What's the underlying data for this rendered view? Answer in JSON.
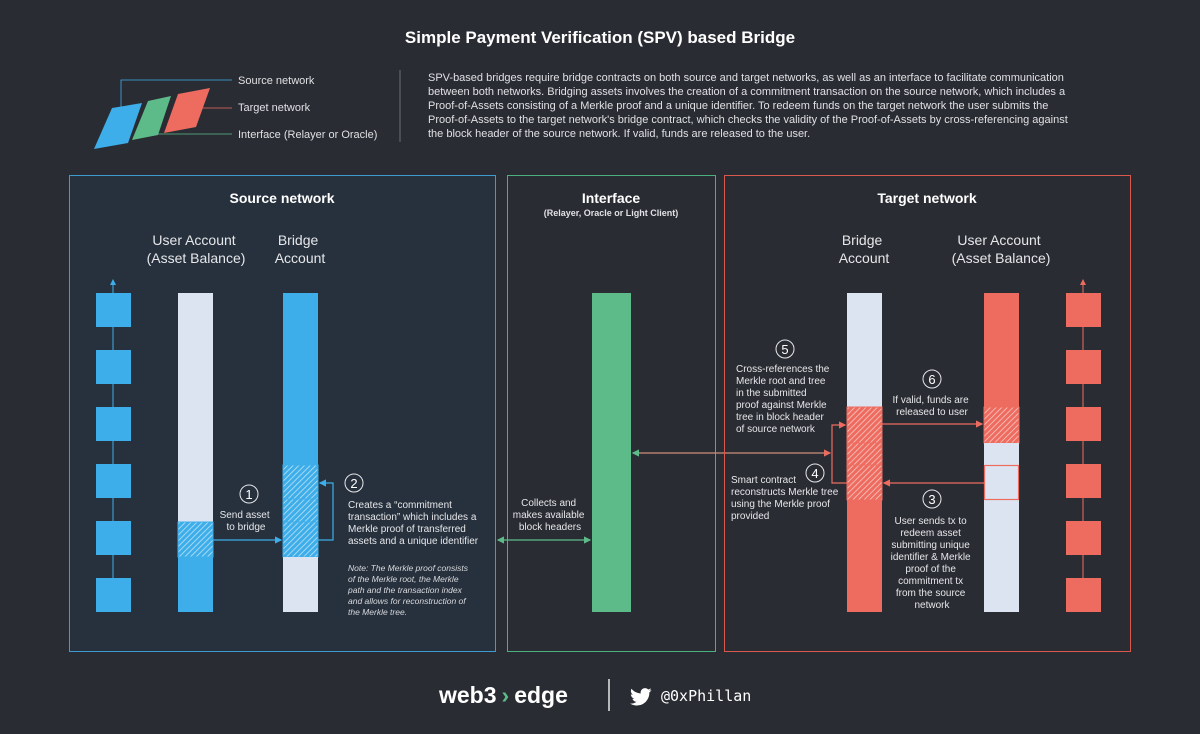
{
  "title": "Simple Payment Verification (SPV) based Bridge",
  "legend": {
    "source": "Source network",
    "target": "Target network",
    "interface": "Interface (Relayer or Oracle)"
  },
  "description": [
    "SPV-based bridges require bridge contracts on both source and target networks, as well as an interface to facilitate communication",
    "between both networks. Bridging assets involves the creation of a commitment transaction on the source network, which includes a",
    "Proof-of-Assets consisting of a Merkle proof and a unique identifier. To redeem funds on the target network the user submits the",
    "Proof-of-Assets to the target network's bridge contract, which checks the validity of the Proof-of-Assets by cross-referencing against",
    "the block header of the source network. If valid, funds are released to the user."
  ],
  "colors": {
    "source": "#3daee9",
    "target": "#ee6b60",
    "interface": "#5dbb8a",
    "light": "#dce4f2",
    "bg": "#2a2c33"
  },
  "source": {
    "title": "Source network",
    "user_header": [
      "User Account",
      "(Asset Balance)"
    ],
    "bridge_header": [
      "Bridge",
      "Account"
    ],
    "step1": {
      "num": "1",
      "lines": [
        "Send asset",
        "to bridge"
      ]
    },
    "step2": {
      "num": "2",
      "lines": [
        "Creates a “commitment",
        "transaction” which includes a",
        "Merkle proof of transferred",
        "assets and a unique identifier"
      ]
    },
    "note": [
      "Note: The Merkle proof consists",
      "of the Merkle root, the Merkle",
      "path and the transaction index",
      "and allows for reconstruction of",
      "the Merkle tree."
    ]
  },
  "interface": {
    "title": "Interface",
    "subtitle": "(Relayer, Oracle or Light Client)",
    "lines": [
      "Collects and",
      "makes available",
      "block headers"
    ]
  },
  "target": {
    "title": "Target network",
    "bridge_header": [
      "Bridge",
      "Account"
    ],
    "user_header": [
      "User Account",
      "(Asset Balance)"
    ],
    "step3": {
      "num": "3",
      "lines": [
        "User sends tx to",
        "redeem asset",
        "submitting unique",
        "identifier & Merkle",
        "proof of the",
        "commitment tx",
        "from the source",
        "network"
      ]
    },
    "step4": {
      "num": "4",
      "lines": [
        "Smart contract",
        "reconstructs Merkle tree",
        "using the Merkle proof",
        "provided"
      ]
    },
    "step5": {
      "num": "5",
      "lines": [
        "Cross-references the",
        "Merkle root and tree",
        "in the submitted",
        "proof against Merkle",
        "tree in block header",
        "of source network"
      ]
    },
    "step6": {
      "num": "6",
      "lines": [
        "If valid, funds are",
        "released to user"
      ]
    }
  },
  "footer": {
    "brand_left": "web3",
    "brand_chevron": "›",
    "brand_right": "edge",
    "handle": "@0xPhillan"
  }
}
